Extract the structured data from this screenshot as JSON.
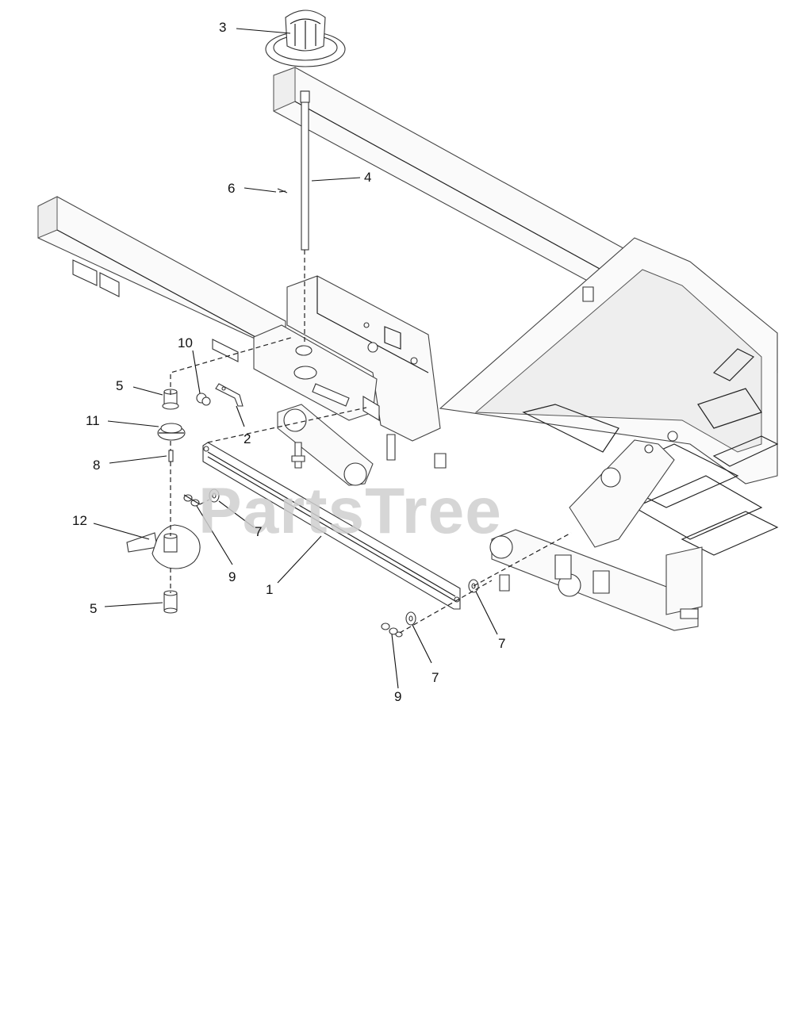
{
  "watermark": {
    "text": "PartsTree"
  },
  "callouts": {
    "c1": "1",
    "c2": "2",
    "c3": "3",
    "c4": "4",
    "c5a": "5",
    "c5b": "5",
    "c6": "6",
    "c7a": "7",
    "c7b": "7",
    "c7c": "7",
    "c8": "8",
    "c9a": "9",
    "c9b": "9",
    "c10": "10",
    "c11": "11",
    "c12": "12"
  }
}
